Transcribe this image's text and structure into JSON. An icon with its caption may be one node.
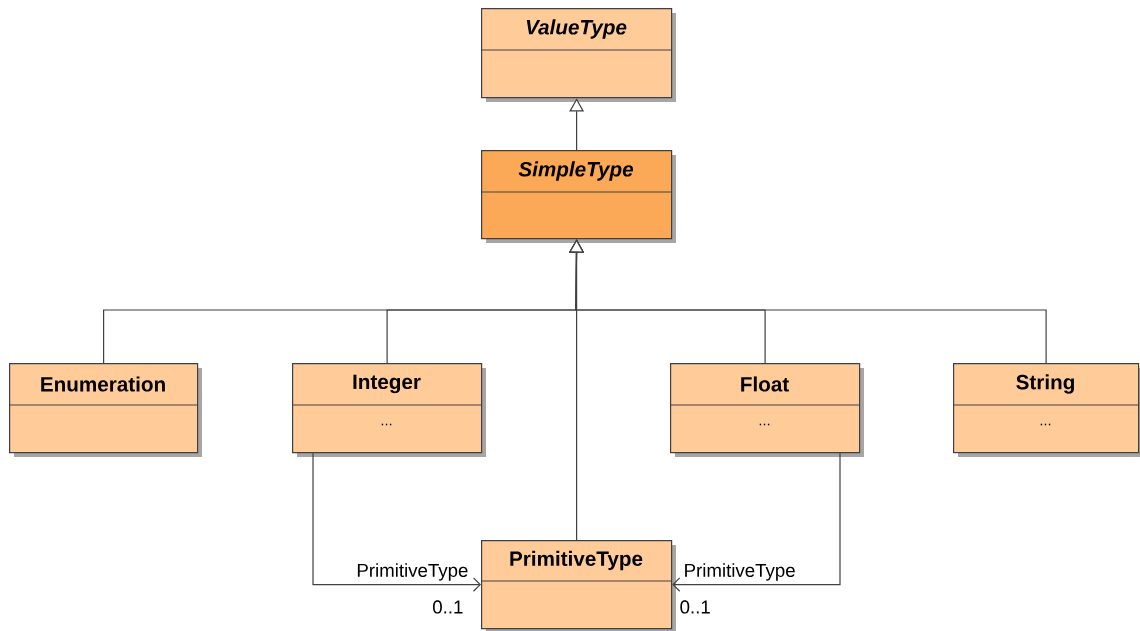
{
  "diagram": {
    "nodes": [
      {
        "text": [
          "ValueType"
        ]
      },
      {
        "text": [
          "SimpleType"
        ]
      },
      {
        "text": [
          "Enumeration"
        ]
      },
      {
        "text": [
          "Integer",
          "..."
        ]
      },
      {
        "text": [
          "Float",
          "..."
        ]
      },
      {
        "text": [
          "String",
          "..."
        ]
      },
      {
        "text": [
          "PrimitiveType"
        ]
      }
    ],
    "edges": [
      {
        "from": 1,
        "to": 0,
        "arrow": "to"
      },
      {
        "from": 2,
        "to": 1,
        "arrow": "to"
      },
      {
        "from": 3,
        "to": 1,
        "arrow": "to"
      },
      {
        "from": 6,
        "to": 1,
        "arrow": "to"
      },
      {
        "from": 4,
        "to": 1,
        "arrow": "to"
      },
      {
        "from": 5,
        "to": 1,
        "arrow": "to"
      },
      {
        "from": 3,
        "to": 6,
        "arrow": "to",
        "label": "PrimitiveType"
      },
      {
        "from": 4,
        "to": 6,
        "arrow": "to",
        "label": "PrimitiveType"
      }
    ],
    "labels": [
      "0..1",
      "0..1"
    ]
  }
}
